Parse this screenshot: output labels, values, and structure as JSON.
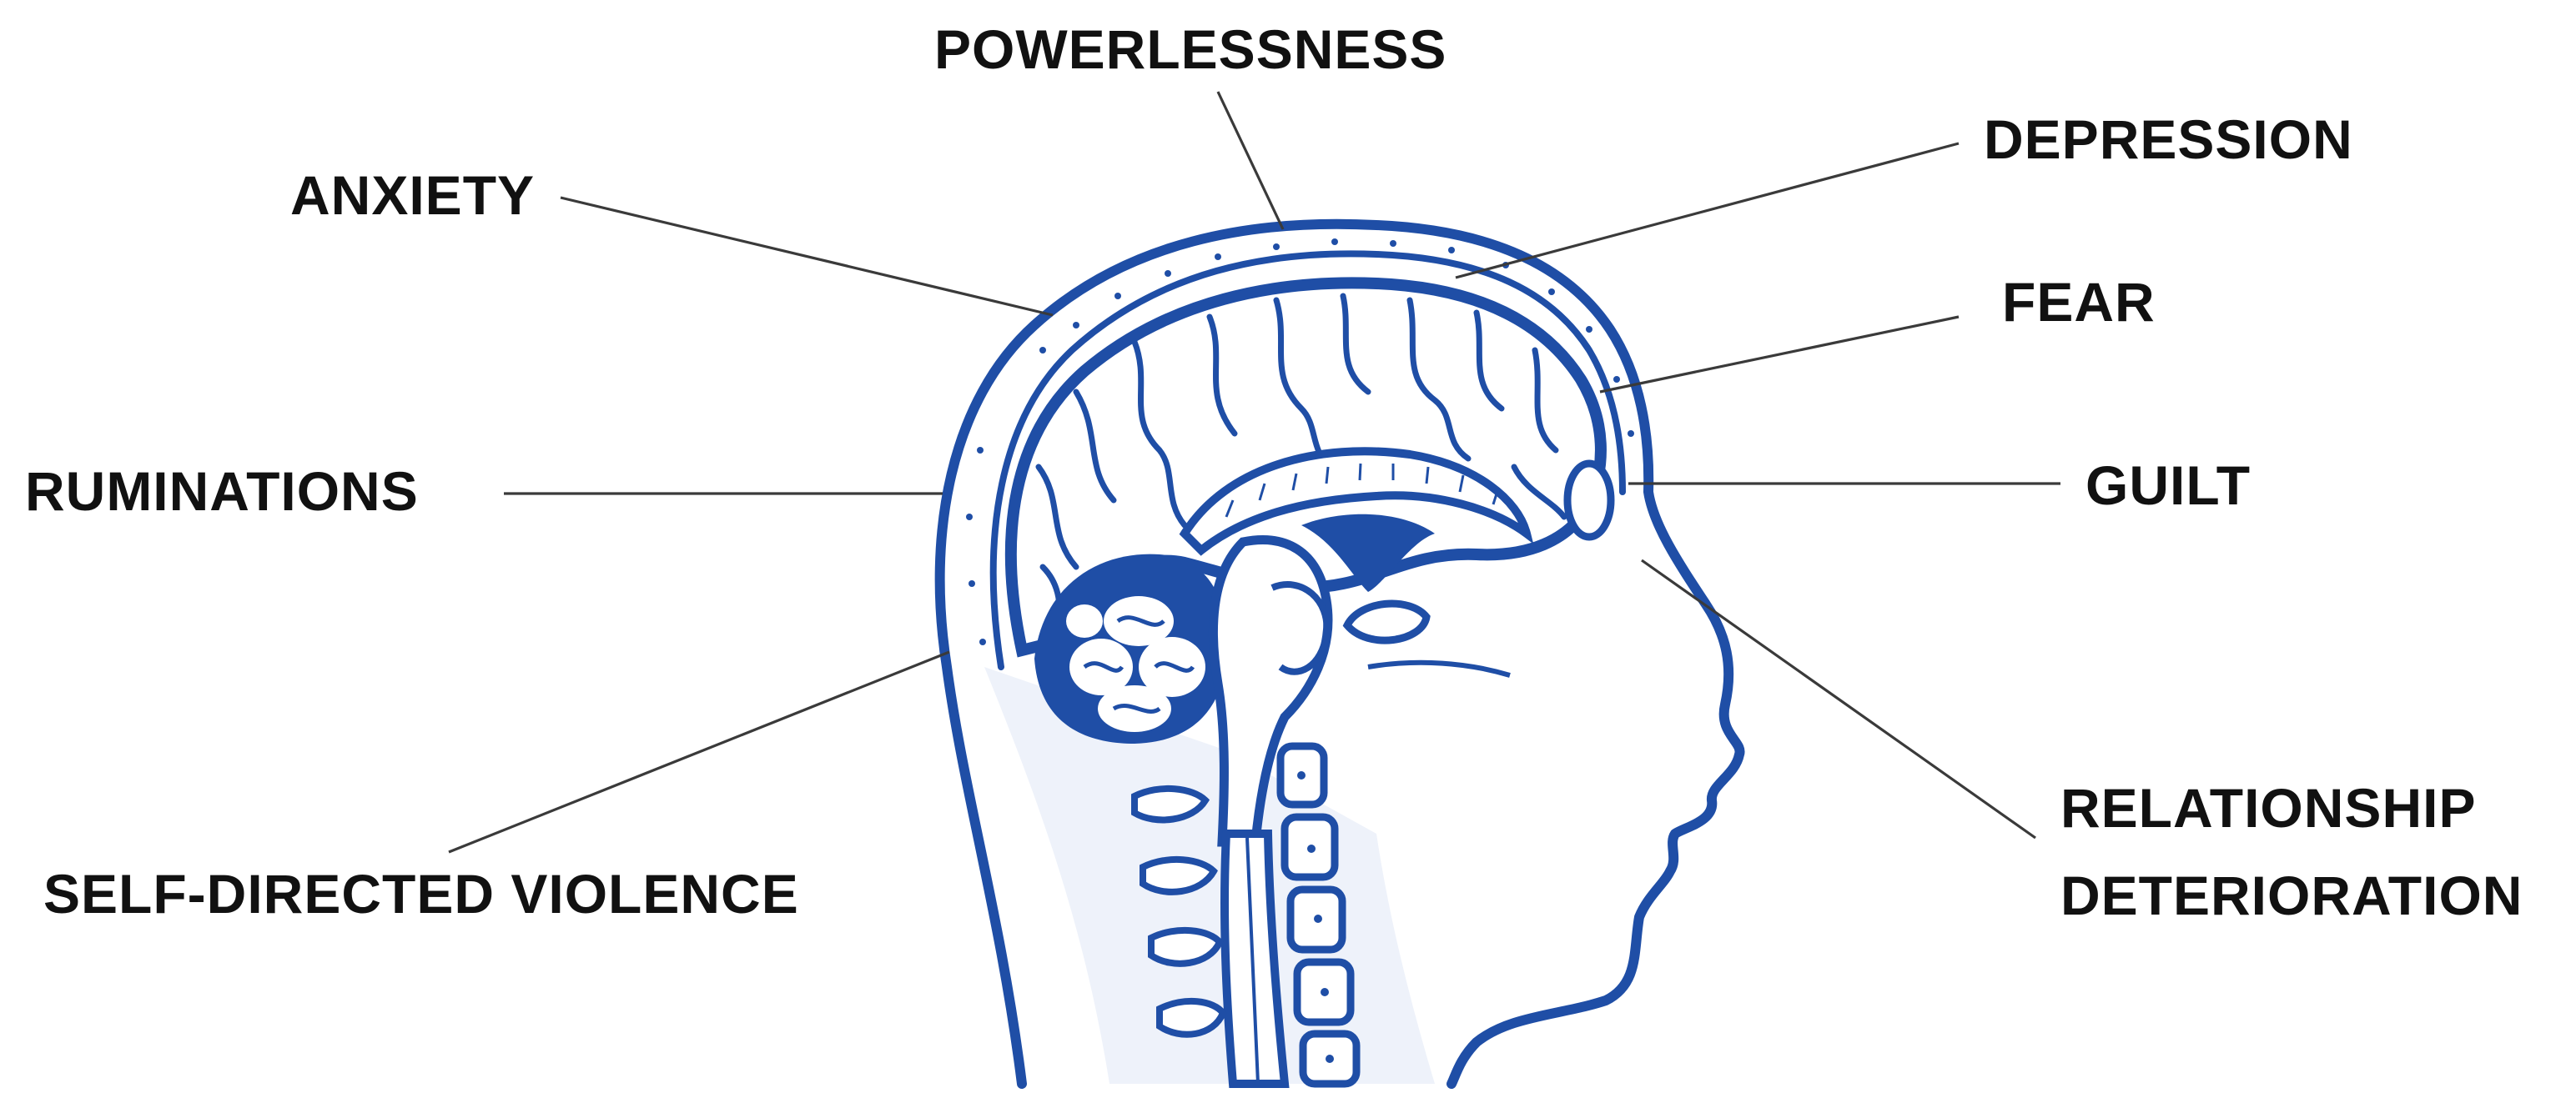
{
  "colors": {
    "illustration": "#1f4ea6",
    "illustration_light": "#e9eef8",
    "text": "#111111",
    "leader_line": "#3a3a3a"
  },
  "labels": {
    "powerlessness": "POWERLESSNESS",
    "anxiety": "ANXIETY",
    "depression": "DEPRESSION",
    "fear": "FEAR",
    "ruminations": "RUMINATIONS",
    "guilt": "GUILT",
    "self_directed_violence": "SELF-DIRECTED VIOLENCE",
    "relationship_line1": "RELATIONSHIP",
    "relationship_line2": "DETERIORATION"
  }
}
